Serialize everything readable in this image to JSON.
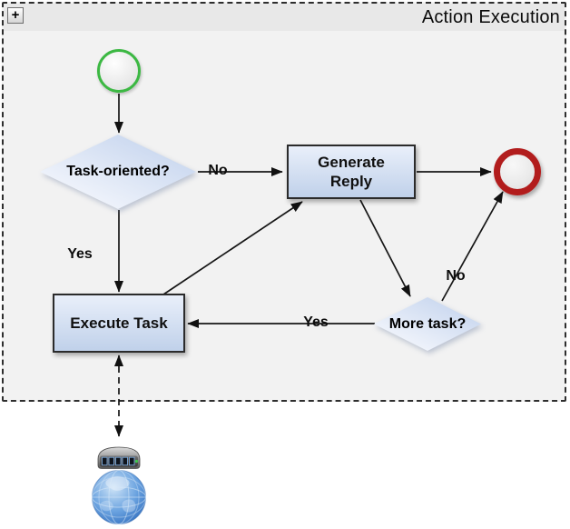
{
  "group": {
    "title": "Action Execution",
    "toggle_glyph": "+"
  },
  "nodes": {
    "start_event": {
      "kind": "start-event",
      "label": ""
    },
    "task_oriented": {
      "kind": "decision",
      "label": "Task-oriented?"
    },
    "generate_reply": {
      "kind": "task",
      "label": "Generate Reply"
    },
    "execute_task": {
      "kind": "task",
      "label": "Execute Task"
    },
    "more_task": {
      "kind": "decision",
      "label": "More task?"
    },
    "end_event": {
      "kind": "end-event",
      "label": ""
    },
    "web_service": {
      "kind": "server-globe-icon",
      "label": ""
    }
  },
  "edges": [
    {
      "from": "start_event",
      "to": "task_oriented",
      "label": ""
    },
    {
      "from": "task_oriented",
      "to": "generate_reply",
      "label": "No"
    },
    {
      "from": "task_oriented",
      "to": "execute_task",
      "label": "Yes"
    },
    {
      "from": "execute_task",
      "to": "generate_reply",
      "label": ""
    },
    {
      "from": "generate_reply",
      "to": "end_event",
      "label": ""
    },
    {
      "from": "generate_reply",
      "to": "more_task",
      "label": ""
    },
    {
      "from": "more_task",
      "to": "execute_task",
      "label": "Yes"
    },
    {
      "from": "more_task",
      "to": "end_event",
      "label": "No"
    },
    {
      "from": "execute_task",
      "to": "web_service",
      "label": "",
      "style": "dashed-bidirectional"
    }
  ],
  "colors": {
    "start_event_border": "#3cb843",
    "end_event_border": "#b21d1d",
    "task_fill_top": "#e9effa",
    "task_fill_bottom": "#c0d1ea",
    "decision_fill_top": "#eff3fb",
    "decision_fill_bottom": "#c6d5ee",
    "group_background": "#f2f2f2",
    "header_background": "#e8e8e8",
    "globe_blue": "#3a7fd5"
  }
}
